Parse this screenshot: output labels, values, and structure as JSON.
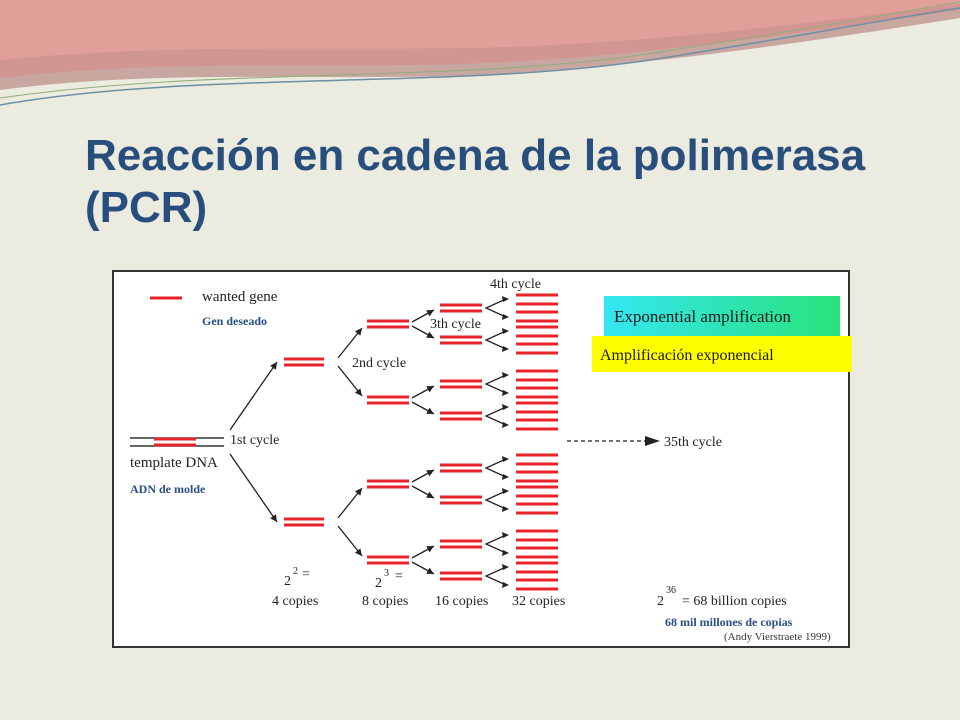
{
  "slide": {
    "title": "Reacción en cadena de la polimerasa (PCR)"
  },
  "diagram": {
    "legend_label": "wanted gene",
    "legend_translation": "Gen deseado",
    "template_label": "template DNA",
    "template_translation": "ADN de molde",
    "cycle_labels": [
      "1st cycle",
      "2nd cycle",
      "3th cycle",
      "4th cycle"
    ],
    "final_cycle_label": "35th cycle",
    "exponential_label": "Exponential amplification",
    "exponential_translation": "Amplificación exponencial",
    "copy_formulas": [
      {
        "base": "2",
        "exp": "2",
        "eq": "=",
        "text": "4 copies"
      },
      {
        "base": "2",
        "exp": "3",
        "eq": "=",
        "text": "8 copies"
      }
    ],
    "copies_16": "16 copies",
    "copies_32": "32 copies",
    "final_formula": {
      "base": "2",
      "exp": "36",
      "text": "= 68 billion copies"
    },
    "final_translation": "68 mil millones de copias",
    "credit": "(Andy Vierstraete 1999)"
  },
  "colors": {
    "title": "#274e7d",
    "gene": "#e8232a",
    "translation": "#2a4f86",
    "exp_box_start": "#35e6f2",
    "exp_box_end": "#28e37a",
    "yellow_box": "#ffff00"
  }
}
